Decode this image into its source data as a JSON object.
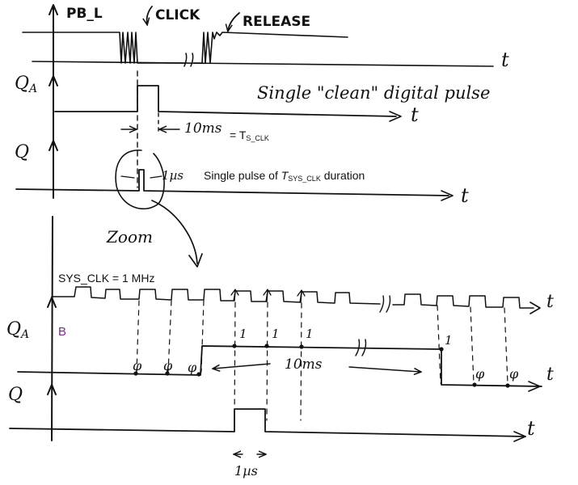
{
  "signals": {
    "pb_l": "PB_L",
    "qa": "Q",
    "qa_sub": "A",
    "q": "Q",
    "q_lower_a": "Q",
    "q_lower_a_sub": "A",
    "q_lower_b": "Q"
  },
  "events": {
    "click": "CLICK",
    "release": "RELEASE",
    "zoom": "Zoom"
  },
  "annotations": {
    "single_pulse_clean": "Single \"clean\" digital pulse",
    "ten_ms": "10ms",
    "equals_ts": "= T",
    "ts_sub": "S_CLK",
    "one_us": "1µs",
    "single_pulse_prefix": "Single pulse of ",
    "single_pulse_T": "T",
    "single_pulse_sub": "SYS_CLK",
    "single_pulse_suffix": " duration",
    "sys_clk": "SYS_CLK = 1 MHz",
    "b_label": "B",
    "ten_ms_lower": "10ms",
    "one_us_lower": "1µs"
  },
  "axis": {
    "t": "t"
  },
  "sample_values": {
    "zero": "φ",
    "one": "1"
  },
  "colors": {
    "ink": "#111111",
    "b_label": "#7a2a8c"
  }
}
